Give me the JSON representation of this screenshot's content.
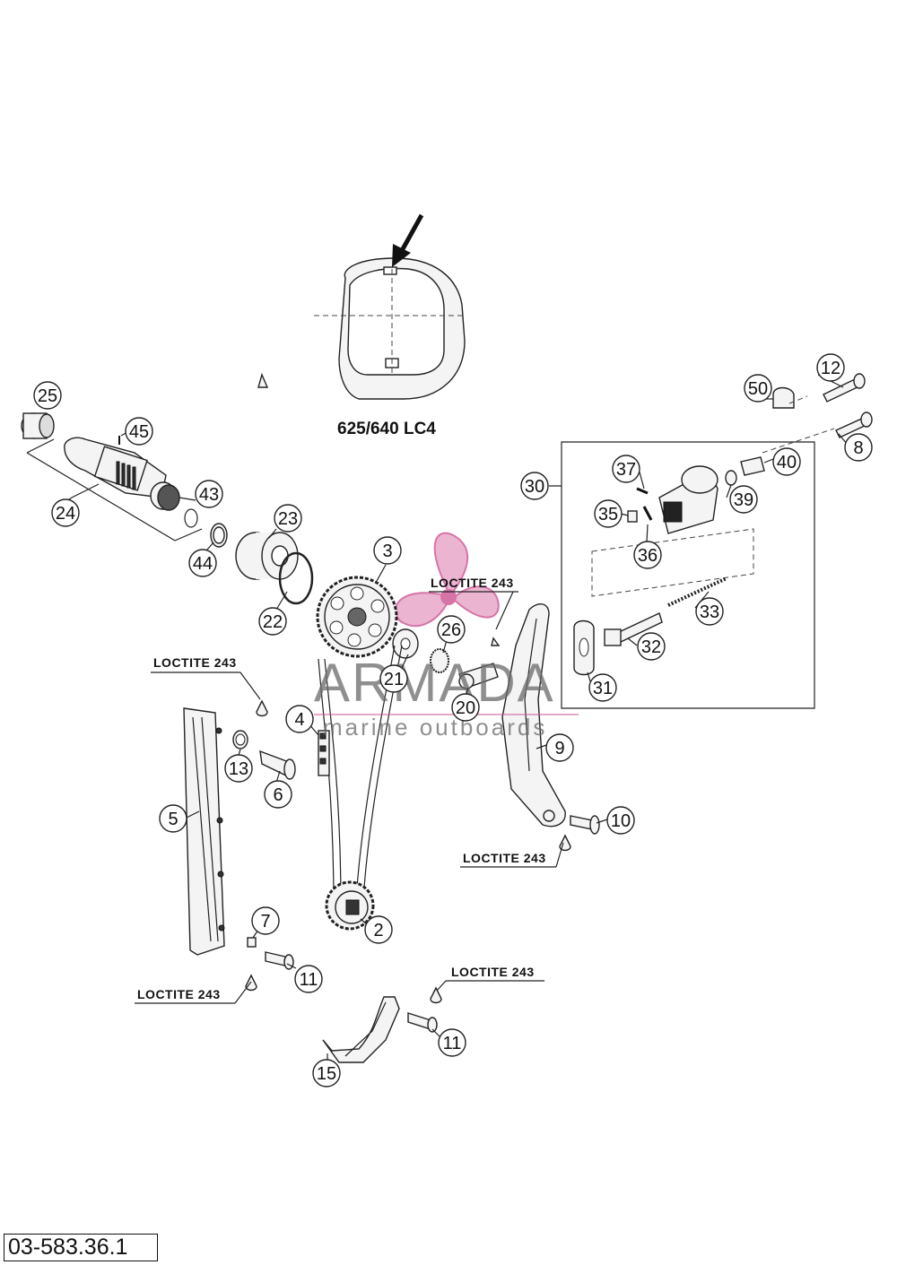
{
  "model_label": "625/640 LC4",
  "loctite_label": "LOCTITE 243",
  "watermark": {
    "title": "ARMADA",
    "subtitle": "marine outboards"
  },
  "reference_code": "03-583.36.1",
  "callouts": [
    "2",
    "3",
    "4",
    "5",
    "6",
    "7",
    "8",
    "9",
    "10",
    "11",
    "11",
    "12",
    "13",
    "15",
    "20",
    "21",
    "22",
    "23",
    "24",
    "25",
    "26",
    "30",
    "31",
    "32",
    "33",
    "35",
    "36",
    "37",
    "39",
    "40",
    "43",
    "44",
    "45",
    "50"
  ]
}
